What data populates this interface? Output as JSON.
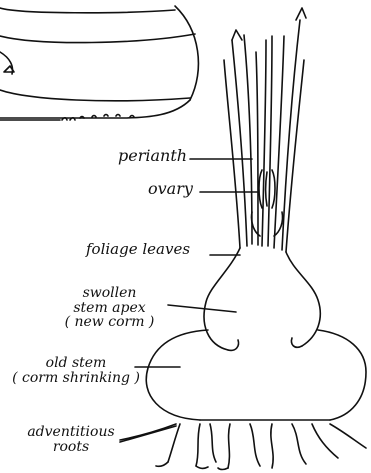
{
  "labels": {
    "perianth": "perianth",
    "ovary": "ovary",
    "foliage_leaves": "foliage leaves",
    "swollen_line1": "swollen",
    "swollen_line2": "stem apex",
    "swollen_line3": "( new corm )",
    "old_line1": "old stem",
    "old_line2": "( corm shrinking )",
    "adventitious_line1": "adventitious",
    "adventitious_line2": "roots"
  },
  "colors": {
    "ink": "#111111",
    "background": "#ffffff"
  }
}
